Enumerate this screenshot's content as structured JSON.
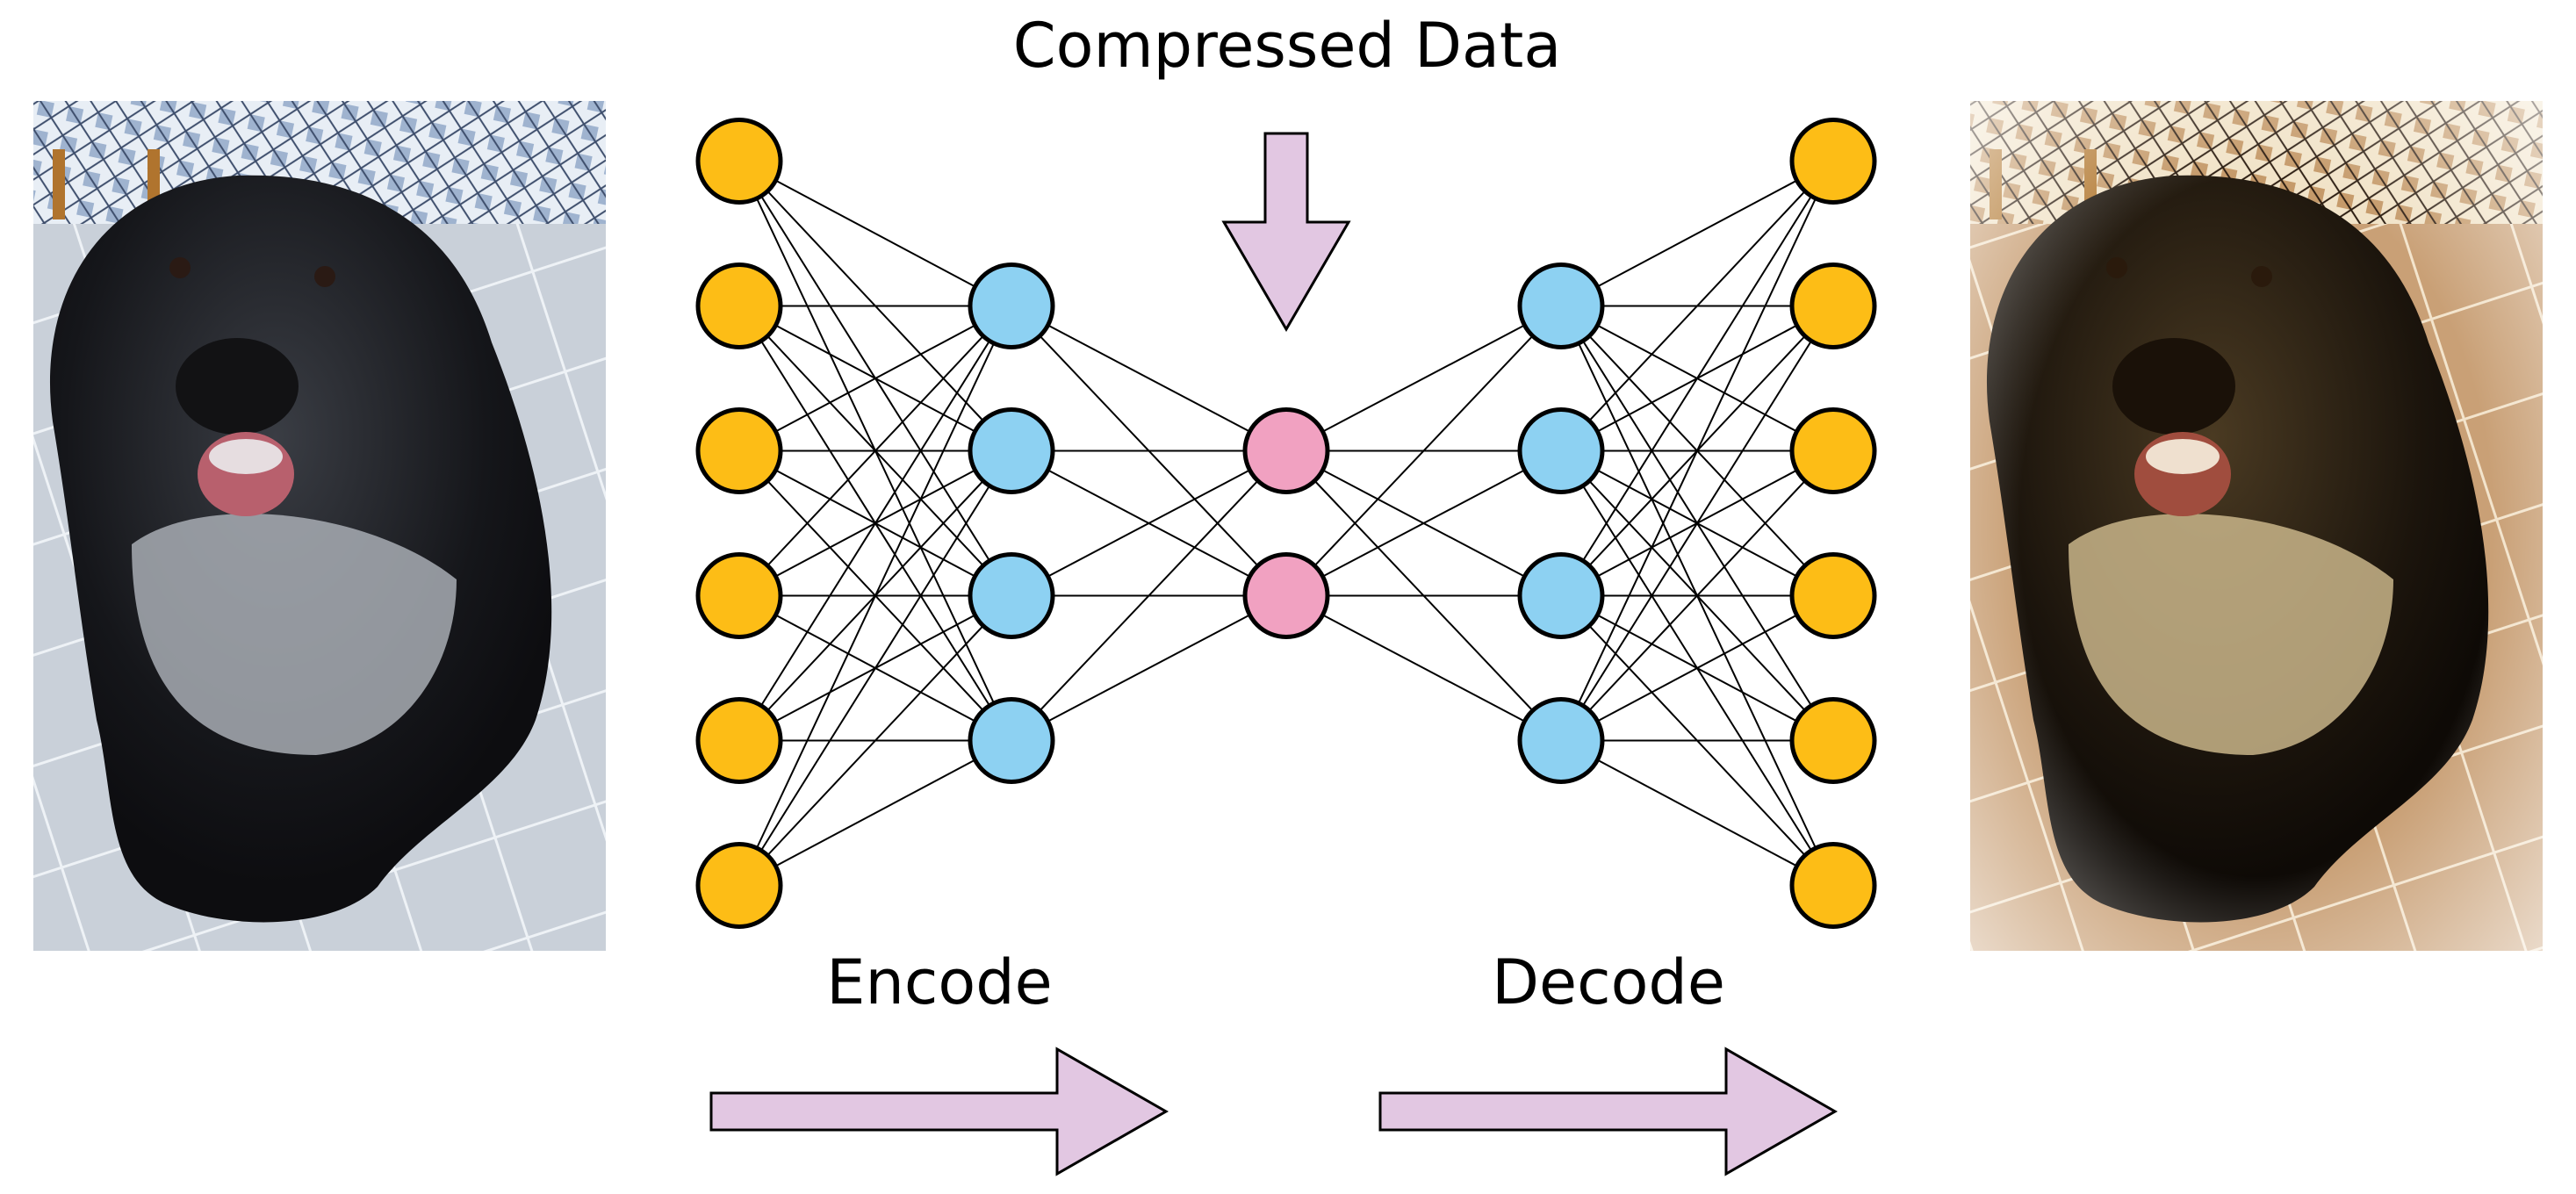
{
  "labels": {
    "bottleneck": "Compressed Data",
    "encode": "Encode",
    "decode": "Decode"
  },
  "network": {
    "layers": [
      {
        "role": "input",
        "nodes": 6
      },
      {
        "role": "encoder-hidden",
        "nodes": 4
      },
      {
        "role": "bottleneck",
        "nodes": 2
      },
      {
        "role": "decoder-hidden",
        "nodes": 4
      },
      {
        "role": "output",
        "nodes": 6
      }
    ],
    "fully_connected": true
  },
  "images": {
    "input": "dog-photo",
    "output": "dog-photo-reconstructed"
  },
  "colors": {
    "input_node": "#FDBD16",
    "hidden_node": "#8DD1F2",
    "bottleneck_node": "#F1A1C1",
    "arrow_fill": "#E2C7E2",
    "stroke": "#000000",
    "background": "#FFFFFF"
  }
}
